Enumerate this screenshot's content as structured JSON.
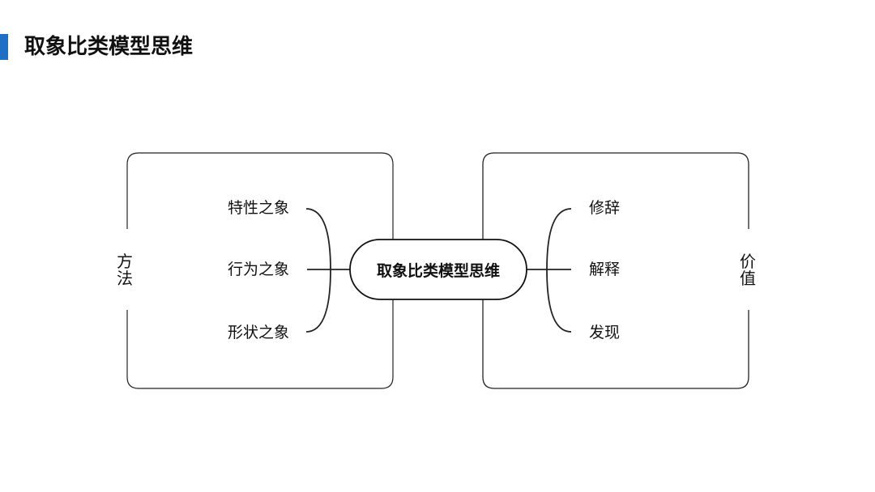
{
  "page": {
    "title": "取象比类模型思维",
    "accent_color": "#1f6fc4"
  },
  "diagram": {
    "center": "取象比类模型思维",
    "left": {
      "side_label": "方法",
      "items": [
        "特性之象",
        "行为之象",
        "形状之象"
      ]
    },
    "right": {
      "side_label": "价值",
      "items": [
        "修辞",
        "解释",
        "发现"
      ]
    }
  }
}
